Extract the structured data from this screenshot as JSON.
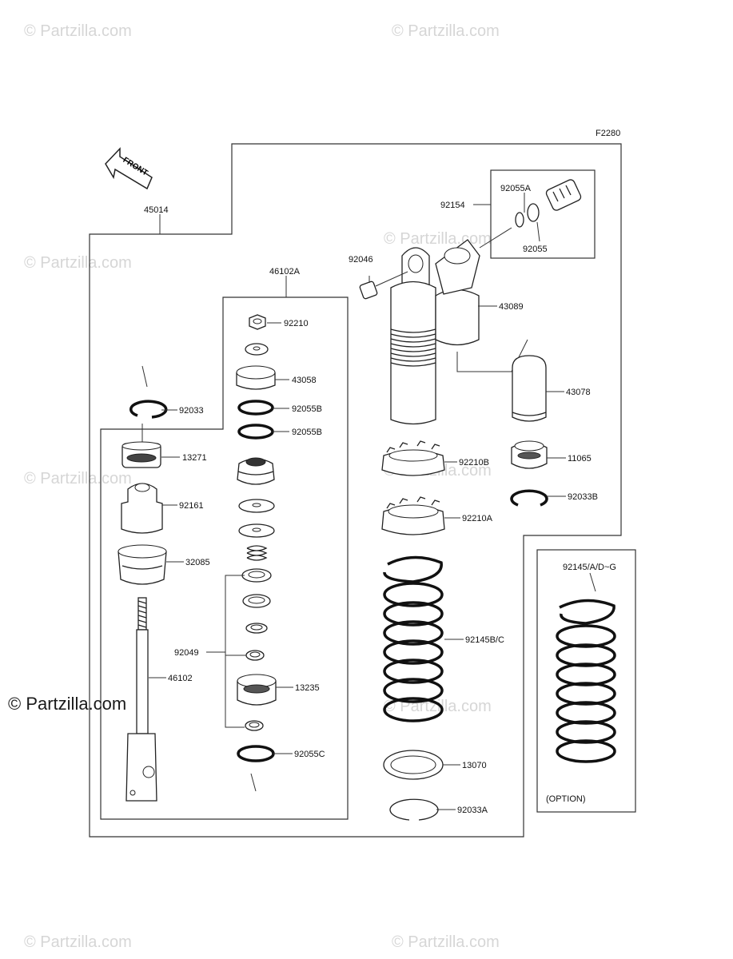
{
  "watermark": "© Partzilla.com",
  "brand_text": "© Partzilla.com",
  "figure_code": "F2280",
  "front_label": "FRONT",
  "labels": {
    "p45014": "45014",
    "p46102A": "46102A",
    "p92210": "92210",
    "p43058": "43058",
    "p92055B_1": "92055B",
    "p92055B_2": "92055B",
    "p92033": "92033",
    "p13271": "13271",
    "p92161": "92161",
    "p32085": "32085",
    "p92049": "92049",
    "p46102": "46102",
    "p13235": "13235",
    "p92055C": "92055C",
    "p92055A": "92055A",
    "p92154": "92154",
    "p92055": "92055",
    "p92046": "92046",
    "p43089": "43089",
    "p43078": "43078",
    "p92210B": "92210B",
    "p11065": "11065",
    "p92033B": "92033B",
    "p92210A": "92210A",
    "p92145BC": "92145B/C",
    "p13070": "13070",
    "p92033A": "92033A",
    "p92145ADG": "92145/A/D~G",
    "option": "(OPTION)"
  }
}
